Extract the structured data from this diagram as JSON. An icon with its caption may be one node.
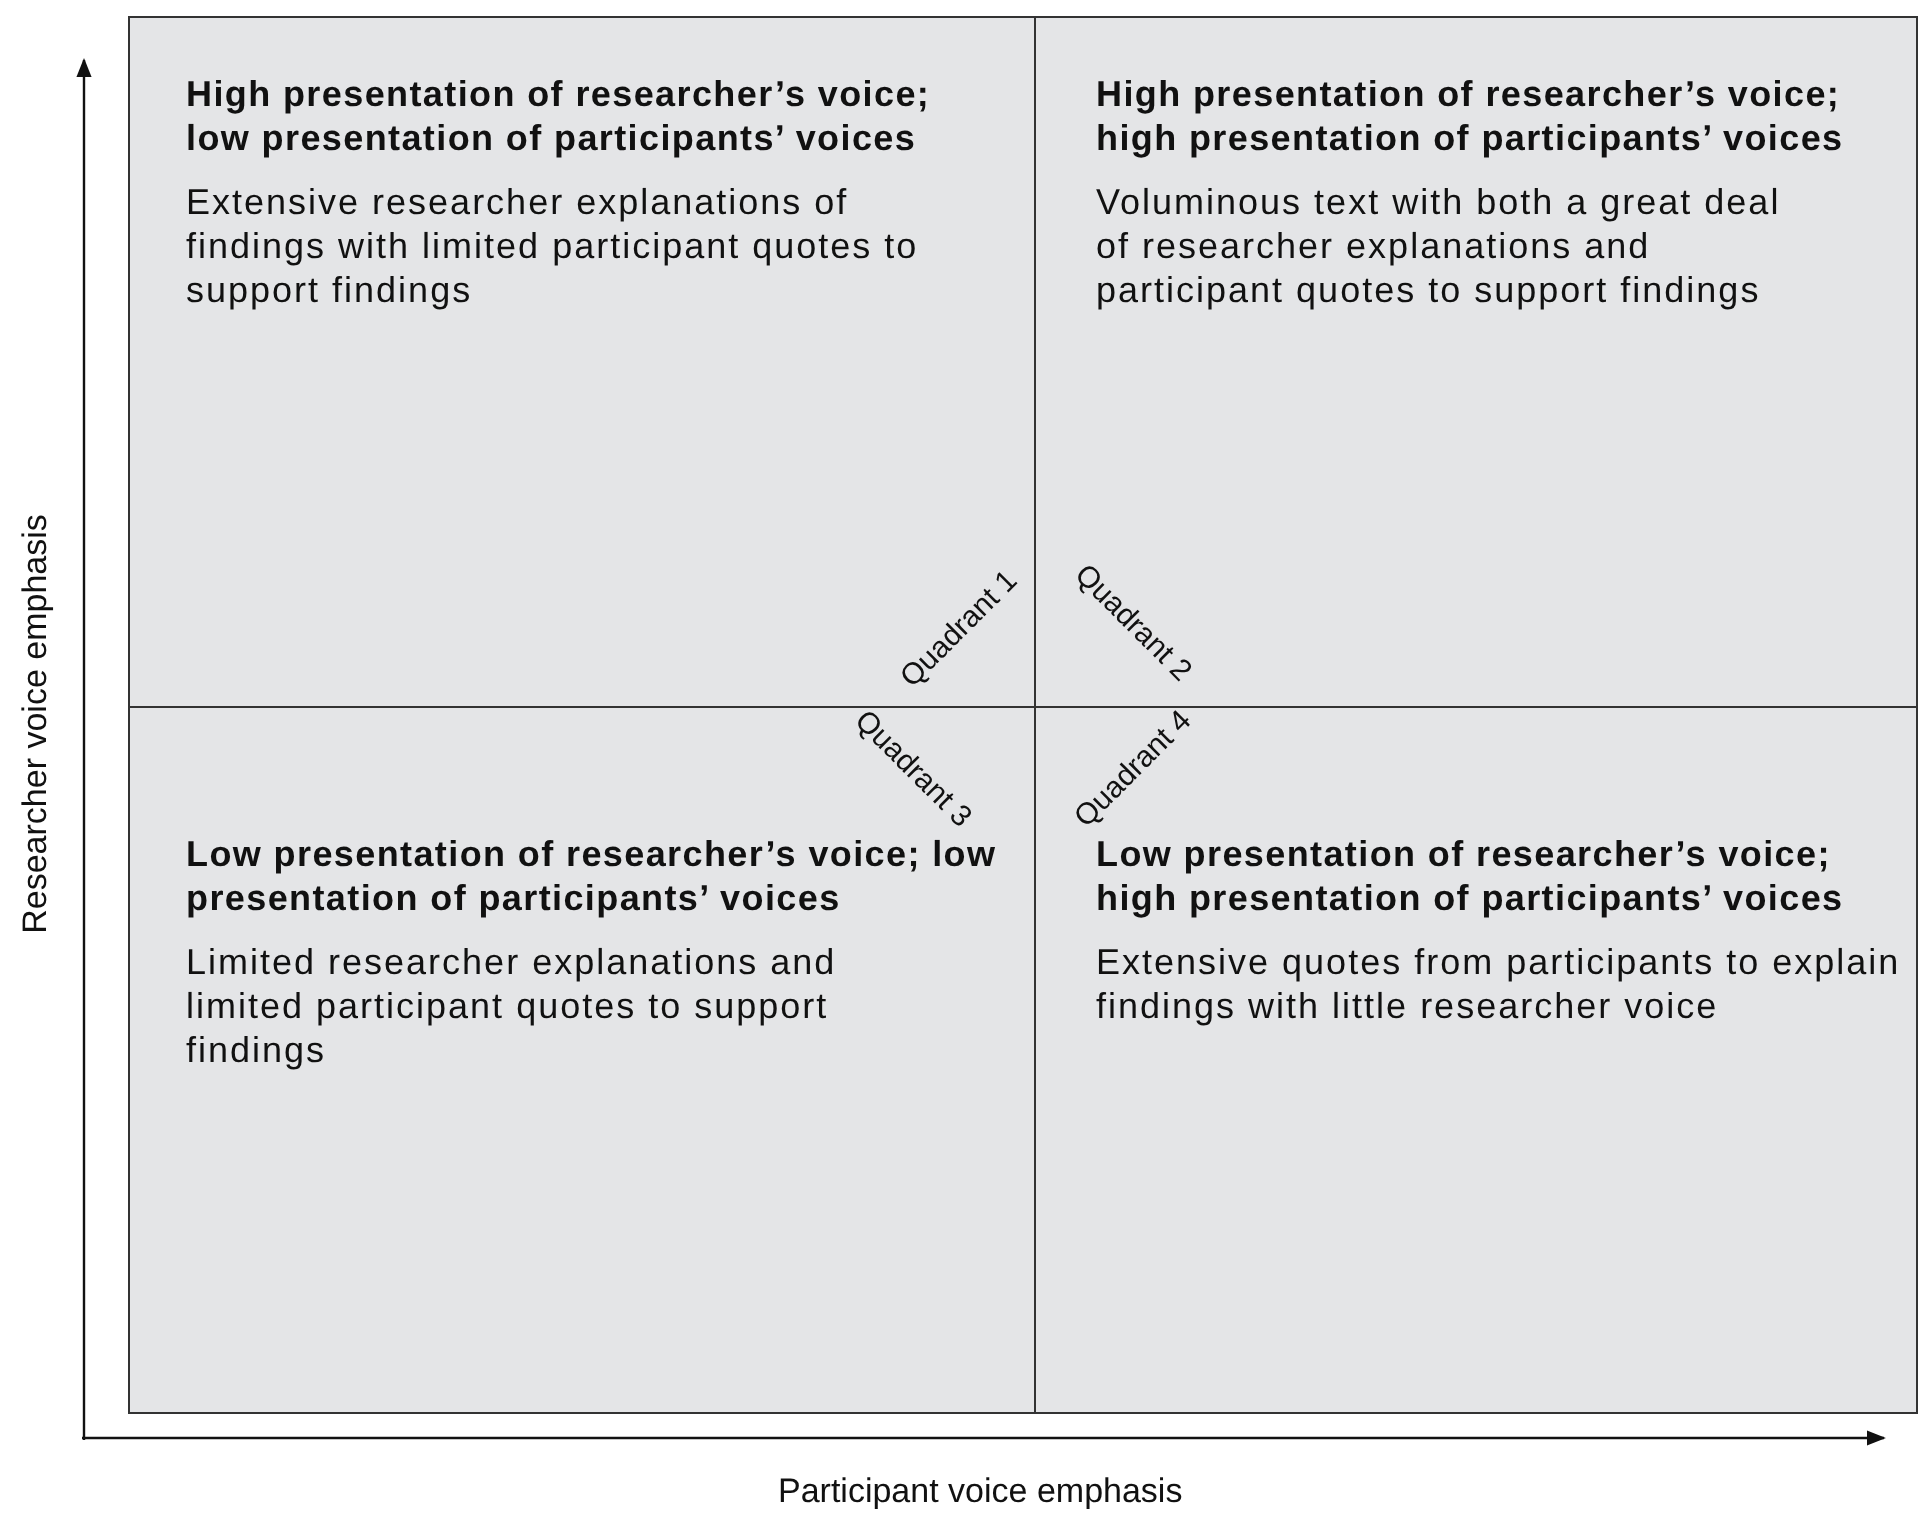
{
  "diagram": {
    "nodes": [
      {
        "text": [
          "High presentation of researcher’s voice; low presentation of participants’ voices",
          "Extensive researcher explanations of findings with limited participant quotes to support findings",
          "Quadrant 1"
        ]
      },
      {
        "text": [
          "High presentation of researcher’s voice; high presentation of participants’ voices",
          "Voluminous text with both a great deal of researcher explanations and participant quotes to support findings",
          "Quadrant 2"
        ]
      },
      {
        "text": [
          "Low presentation of researcher’s voice; low presentation of participants’ voices",
          "Limited researcher explanations and limited participant quotes to support findings",
          "Quadrant 3"
        ]
      },
      {
        "text": [
          "Low presentation of researcher’s voice; high presentation of participants’ voices",
          "Extensive quotes from participants to explain findings with little researcher voice",
          "Quadrant 4"
        ]
      }
    ],
    "labels": [
      "Researcher voice emphasis",
      "Participant voice emphasis"
    ]
  }
}
